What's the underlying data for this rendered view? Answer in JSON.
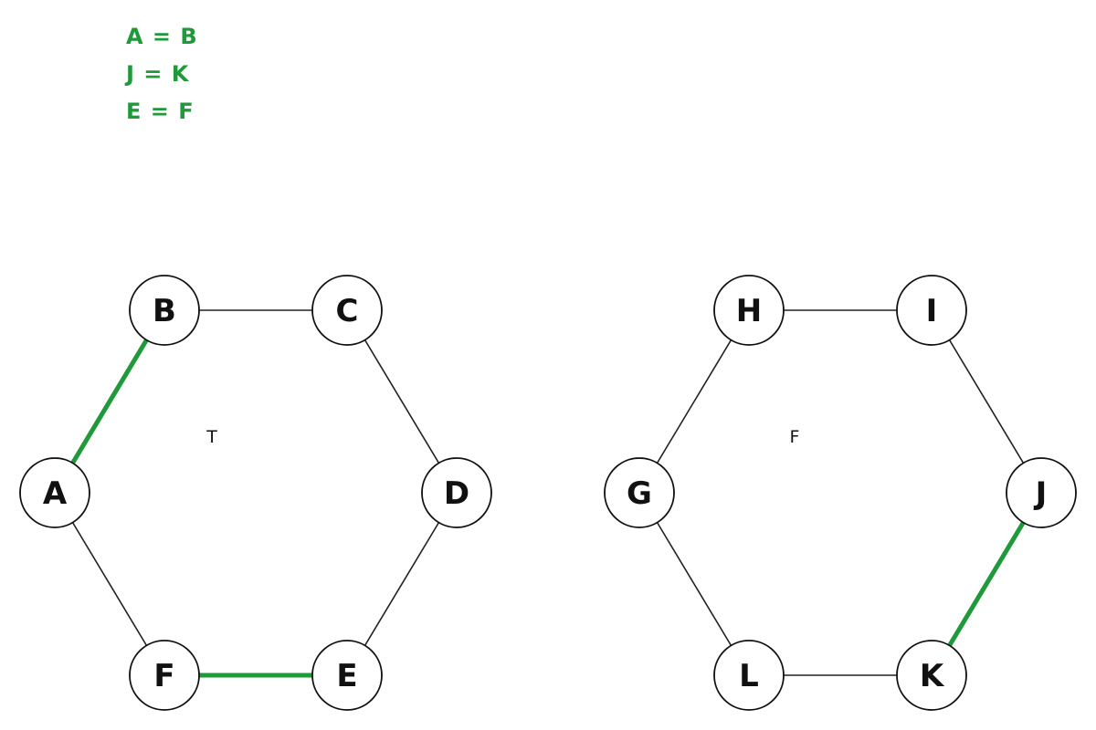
{
  "legend": [
    "A = B",
    "J = K",
    "E = F"
  ],
  "colors": {
    "highlight": "#1e9a3a",
    "edge": "#222222",
    "node_fill": "#ffffff",
    "node_stroke": "#111111"
  },
  "graphs": [
    {
      "label": "T",
      "nodes": [
        "B",
        "C",
        "D",
        "E",
        "F",
        "A"
      ],
      "edges": [
        {
          "from": "B",
          "to": "C",
          "highlight": false
        },
        {
          "from": "C",
          "to": "D",
          "highlight": false
        },
        {
          "from": "D",
          "to": "E",
          "highlight": false
        },
        {
          "from": "E",
          "to": "F",
          "highlight": true
        },
        {
          "from": "F",
          "to": "A",
          "highlight": false
        },
        {
          "from": "A",
          "to": "B",
          "highlight": true
        }
      ]
    },
    {
      "label": "F",
      "nodes": [
        "H",
        "I",
        "J",
        "K",
        "L",
        "G"
      ],
      "edges": [
        {
          "from": "H",
          "to": "I",
          "highlight": false
        },
        {
          "from": "I",
          "to": "J",
          "highlight": false
        },
        {
          "from": "J",
          "to": "K",
          "highlight": true
        },
        {
          "from": "K",
          "to": "L",
          "highlight": false
        },
        {
          "from": "L",
          "to": "G",
          "highlight": false
        },
        {
          "from": "G",
          "to": "H",
          "highlight": false
        }
      ]
    }
  ]
}
